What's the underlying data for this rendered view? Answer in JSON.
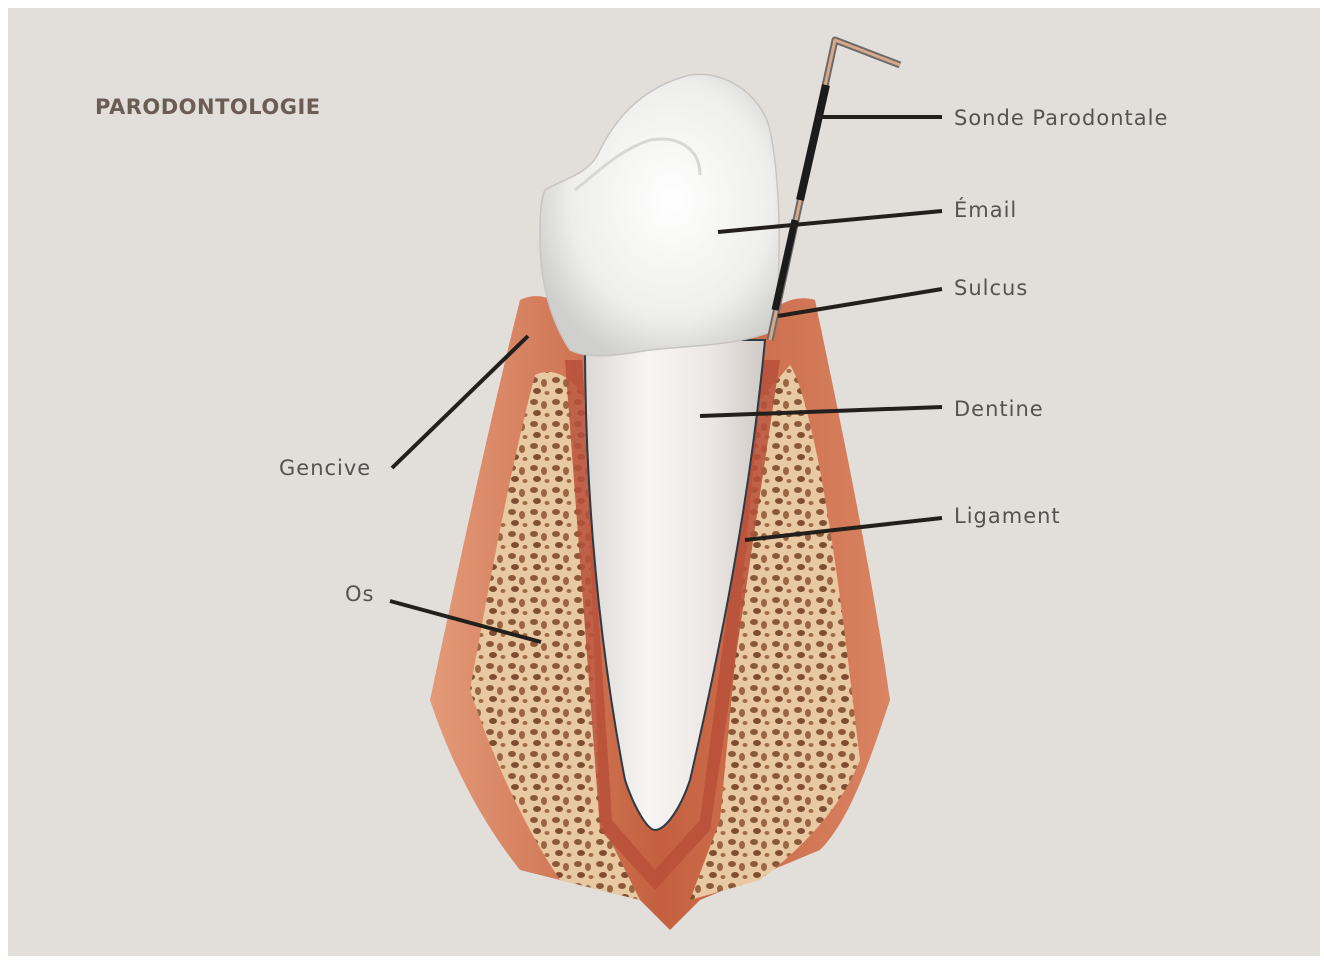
{
  "title": "PARODONTOLOGIE",
  "labels": {
    "probe": "Sonde Parodontale",
    "enamel": "Émail",
    "sulcus": "Sulcus",
    "dentin": "Dentine",
    "ligament": "Ligament",
    "gum": "Gencive",
    "bone": "Os"
  },
  "colors": {
    "background": "#e2dfdb",
    "title": "#6b5d54",
    "label_text": "#555250",
    "leader_line": "#231f1c",
    "gum": "#c86a4a",
    "bone": "#e9cda6",
    "tooth": "#efeeec"
  }
}
